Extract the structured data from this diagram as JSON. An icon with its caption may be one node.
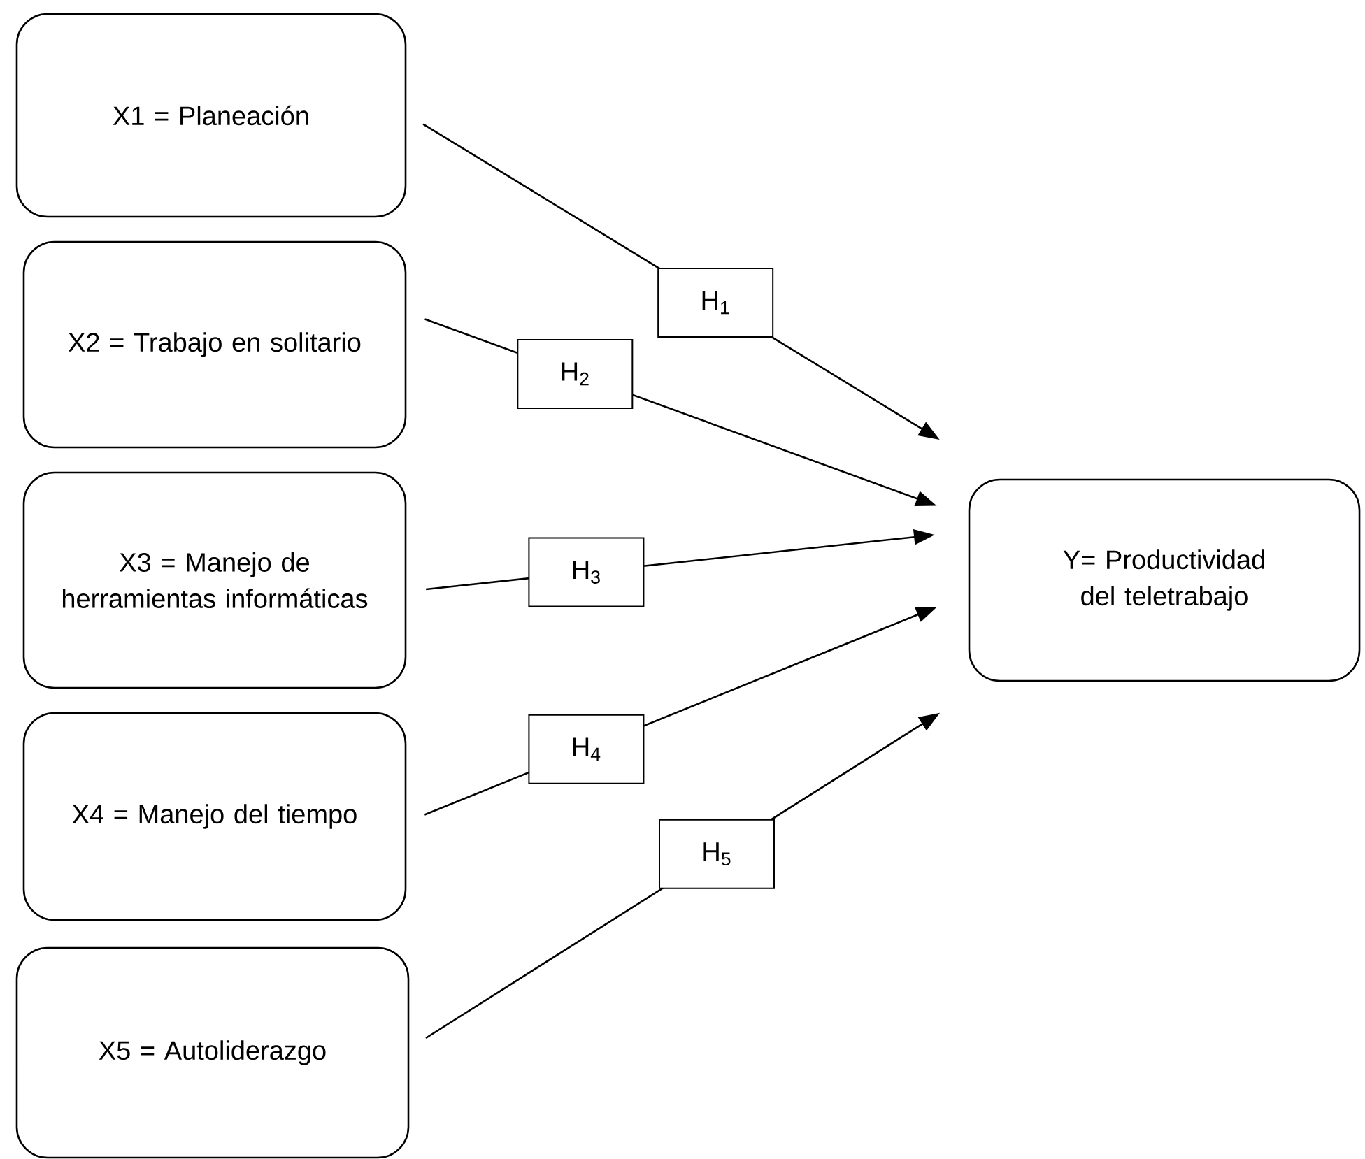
{
  "diagram": {
    "nodes": [
      {
        "text": [
          "X1 = Planeación"
        ]
      },
      {
        "text": [
          "X2 = Trabajo en solitario"
        ]
      },
      {
        "text": [
          "X3 = Manejo de herramientas informáticas"
        ]
      },
      {
        "text": [
          "X4 = Manejo del tiempo"
        ]
      },
      {
        "text": [
          "X5 = Autoliderazgo"
        ]
      },
      {
        "text": [
          "Y= Productividad del teletrabajo"
        ]
      }
    ],
    "edges": [
      {
        "from": 0,
        "to": 5,
        "arrow": "to",
        "label": "H$_{1}$"
      },
      {
        "from": 1,
        "to": 5,
        "arrow": "to",
        "label": "H$_{2}$"
      },
      {
        "from": 2,
        "to": 5,
        "arrow": "to",
        "label": "H$_{3}$"
      },
      {
        "from": 3,
        "to": 5,
        "arrow": "to",
        "label": "H$_{4}$"
      },
      {
        "from": 4,
        "to": 5,
        "arrow": "to",
        "label": "H$_{5}$"
      }
    ]
  }
}
